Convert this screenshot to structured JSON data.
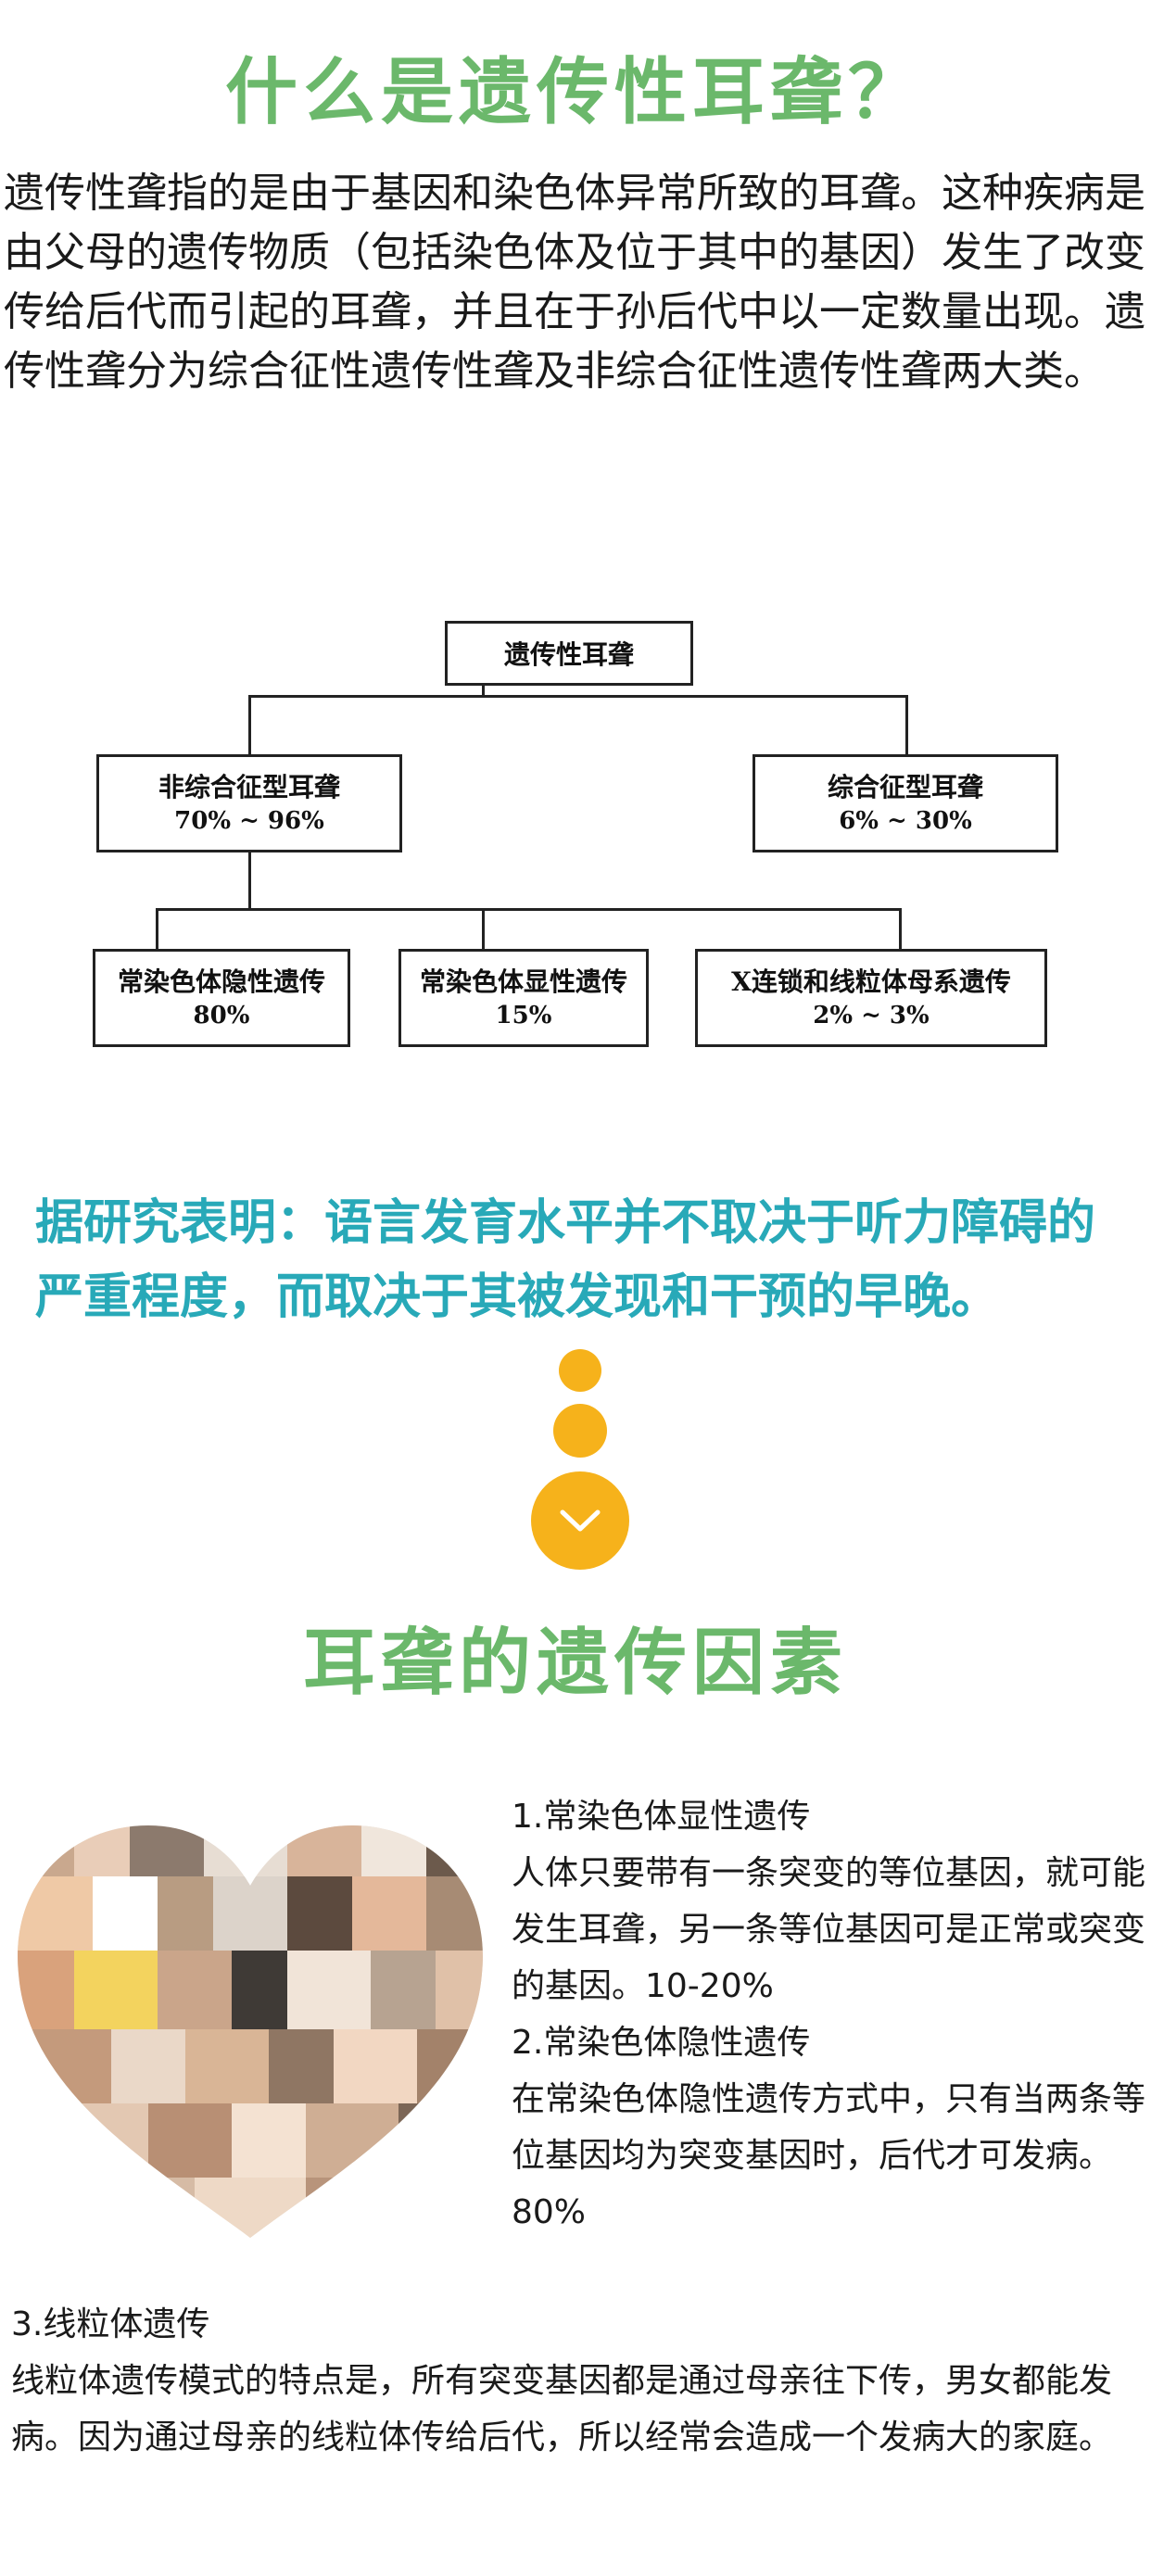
{
  "title_main": "什么是遗传性耳聋？",
  "intro": "遗传性聋指的是由于基因和染色体异常所致的耳聋。这种疾病是由父母的遗传物质（包括染色体及位于其中的基因）发生了改变传给后代而引起的耳聋，并且在于孙后代中以一定数量出现。遗传性聋分为综合征性遗传性聋及非综合征性遗传性聋两大类。",
  "diagram": {
    "root": "遗传性耳聋",
    "left": {
      "name": "非综合征型耳聋",
      "pct": "70% ~ 96%"
    },
    "right": {
      "name": "综合征型耳聋",
      "pct": "6% ~ 30%"
    },
    "leaf1": {
      "name": "常染色体隐性遗传",
      "pct": "80%"
    },
    "leaf2": {
      "name": "常染色体显性遗传",
      "pct": "15%"
    },
    "leaf3": {
      "name": "X连锁和线粒体母系遗传",
      "pct": "2% ~ 3%"
    }
  },
  "research": "据研究表明：语言发育水平并不取决于听力障碍的严重程度，而取决于其被发现和干预的早晚。",
  "title_factors": "耳聋的遗传因素",
  "factors": {
    "f1_title": "1.常染色体显性遗传",
    "f1_body": "人体只要带有一条突变的等位基因，就可能发生耳聋，另一条等位基因可是正常或突变的基因。10-20%",
    "f2_title": "2.常染色体隐性遗传",
    "f2_body": "在常染色体隐性遗传方式中，只有当两条等位基因均为突变基因时，后代才可发病。80%",
    "f3_title": "3.线粒体遗传",
    "f3_body": "线粒体遗传模式的特点是，所有突变基因都是通过母亲往下传，男女都能发病。因为通过母亲的线粒体传给后代，所以经常会造成一个发病大的家庭。"
  },
  "colors": {
    "title_green": "#6bb86b",
    "research_teal": "#28a9b8",
    "dot_orange": "#f6b21b"
  },
  "icons": {
    "scroll_arrow": "chevron-down-icon"
  }
}
